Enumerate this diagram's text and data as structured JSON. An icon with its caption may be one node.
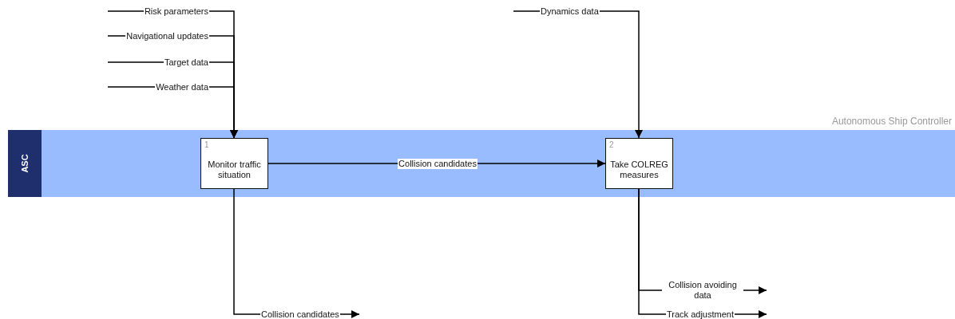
{
  "diagram": {
    "nodes": [
      {
        "text": [
          "ASC"
        ],
        "beside": [
          "Autonomous Ship Controller"
        ]
      },
      {
        "text": [
          "1",
          "Monitor traffic situation"
        ],
        "in": 0
      },
      {
        "text": [
          "2",
          "Take COLREG measures"
        ],
        "in": 0
      }
    ],
    "edges": [
      {
        "from": null,
        "to": 1,
        "arrow": "to",
        "label": "Risk parameters"
      },
      {
        "from": null,
        "to": 1,
        "arrow": "to",
        "label": "Navigational updates"
      },
      {
        "from": null,
        "to": 1,
        "arrow": "to",
        "label": "Target data"
      },
      {
        "from": null,
        "to": 1,
        "arrow": "to",
        "label": "Weather data"
      },
      {
        "from": 1,
        "to": 2,
        "arrow": "to",
        "label": "Collision candidates"
      },
      {
        "from": null,
        "to": 2,
        "arrow": "to",
        "label": "Dynamics data"
      },
      {
        "from": 1,
        "to": null,
        "arrow": "to",
        "label": "Collision candidates"
      },
      {
        "from": 2,
        "to": null,
        "arrow": "to",
        "label": "Collision avoiding data"
      },
      {
        "from": 2,
        "to": null,
        "arrow": "to",
        "label": "Track adjustment"
      }
    ]
  }
}
